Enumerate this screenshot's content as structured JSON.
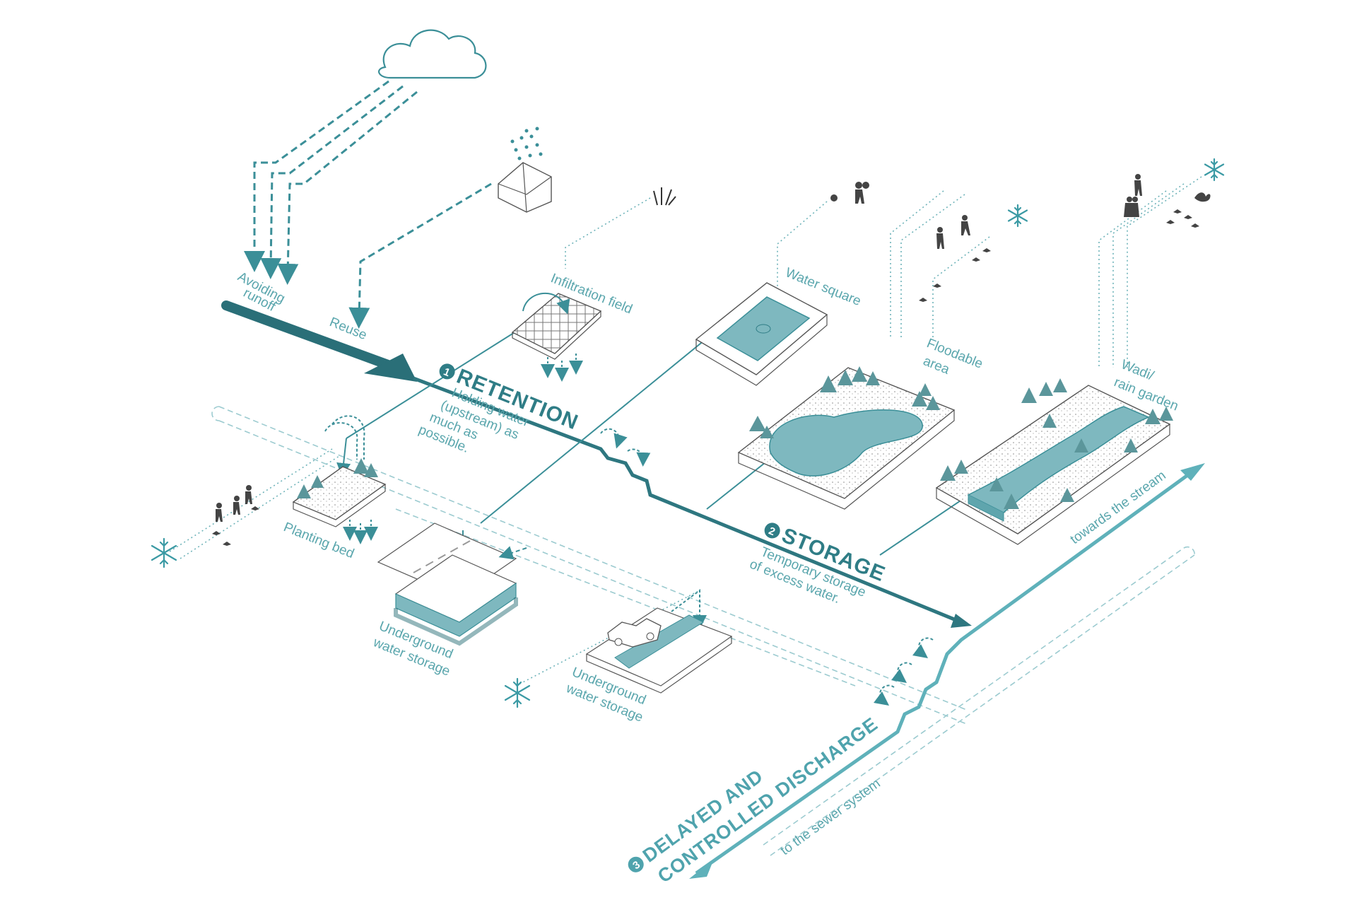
{
  "labels": {
    "avoiding_runoff_1": "Avoiding",
    "avoiding_runoff_2": "runoff",
    "reuse": "Reuse",
    "infiltration_field": "Infiltration field",
    "water_square": "Water square",
    "floodable_area_1": "Floodable",
    "floodable_area_2": "area",
    "wadi_1": "Wadi/",
    "wadi_2": "rain garden",
    "planting_bed": "Planting bed",
    "underground_storage_a_1": "Underground",
    "underground_storage_a_2": "water storage",
    "underground_storage_b_1": "Underground",
    "underground_storage_b_2": "water storage",
    "towards_stream": "towards the stream",
    "to_sewer": "to the sewer system"
  },
  "steps": {
    "retention": {
      "number": "1",
      "title": "RETENTION",
      "desc": [
        "Holding water",
        "(upstream) as",
        "much as",
        "possible."
      ]
    },
    "storage": {
      "number": "2",
      "title": "STORAGE",
      "desc": [
        "Temporary storage",
        "of excess water."
      ]
    },
    "discharge": {
      "number": "3",
      "title_1": "DELAYED AND",
      "title_2": "CONTROLLED DISCHARGE"
    }
  },
  "colors": {
    "dark_teal": "#2a6f78",
    "teal": "#3b8f98",
    "light_teal": "#5fb1ba",
    "water": "#7eb8bf"
  },
  "icons": [
    "cloud-icon",
    "rain-house-icon",
    "grass-icon",
    "snowflake-icon",
    "people-icon",
    "tree-icon",
    "car-icon",
    "animal-icon"
  ]
}
